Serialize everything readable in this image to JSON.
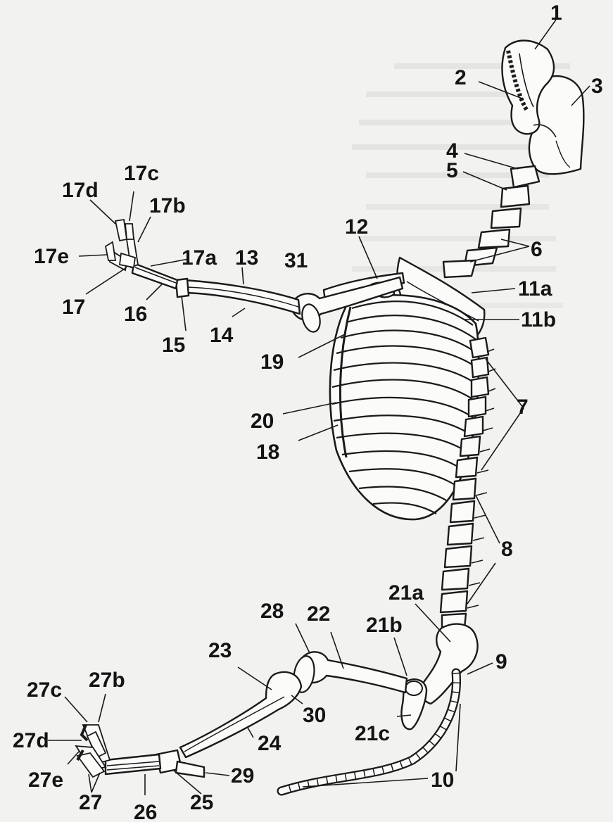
{
  "background_color": "#f2f2f0",
  "ink_color": "#141414",
  "labels": {
    "l1": "1",
    "l2": "2",
    "l3": "3",
    "l4": "4",
    "l5": "5",
    "l6": "6",
    "l7": "7",
    "l8": "8",
    "l9": "9",
    "l10": "10",
    "l11a": "11a",
    "l11b": "11b",
    "l12": "12",
    "l13": "13",
    "l14": "14",
    "l15": "15",
    "l16": "16",
    "l17": "17",
    "l17a": "17a",
    "l17b": "17b",
    "l17c": "17c",
    "l17d": "17d",
    "l17e": "17e",
    "l18": "18",
    "l19": "19",
    "l20": "20",
    "l21a": "21a",
    "l21b": "21b",
    "l21c": "21c",
    "l22": "22",
    "l23": "23",
    "l24": "24",
    "l25": "25",
    "l26": "26",
    "l27": "27",
    "l27b": "27b",
    "l27c": "27c",
    "l27d": "27d",
    "l27e": "27e",
    "l28": "28",
    "l29": "29",
    "l30": "30",
    "l31": "31"
  }
}
